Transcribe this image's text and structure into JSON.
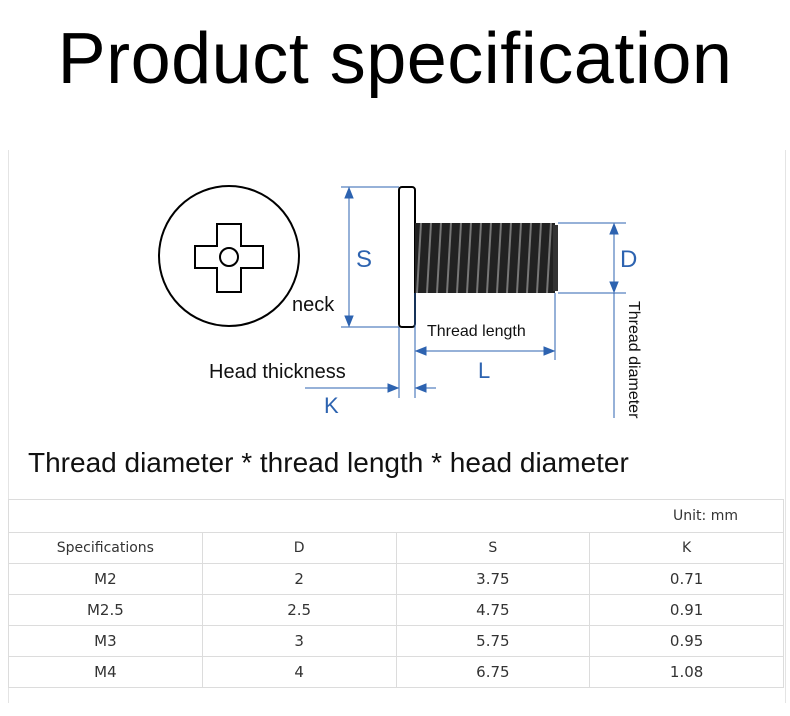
{
  "title": "Product specification",
  "diagram": {
    "label_s": "S",
    "label_d": "D",
    "label_neck": "neck",
    "label_thread_length": "Thread length",
    "label_l": "L",
    "label_head_thickness": "Head thickness",
    "label_k": "K",
    "label_thread_diameter": "Thread diameter"
  },
  "formula": "Thread diameter * thread length * head diameter",
  "table": {
    "unit": "Unit: mm",
    "headers": [
      "Specifications",
      "D",
      "S",
      "K"
    ],
    "rows": [
      [
        "M2",
        "2",
        "3.75",
        "0.71"
      ],
      [
        "M2.5",
        "2.5",
        "4.75",
        "0.91"
      ],
      [
        "M3",
        "3",
        "5.75",
        "0.95"
      ],
      [
        "M4",
        "4",
        "6.75",
        "1.08"
      ]
    ]
  }
}
